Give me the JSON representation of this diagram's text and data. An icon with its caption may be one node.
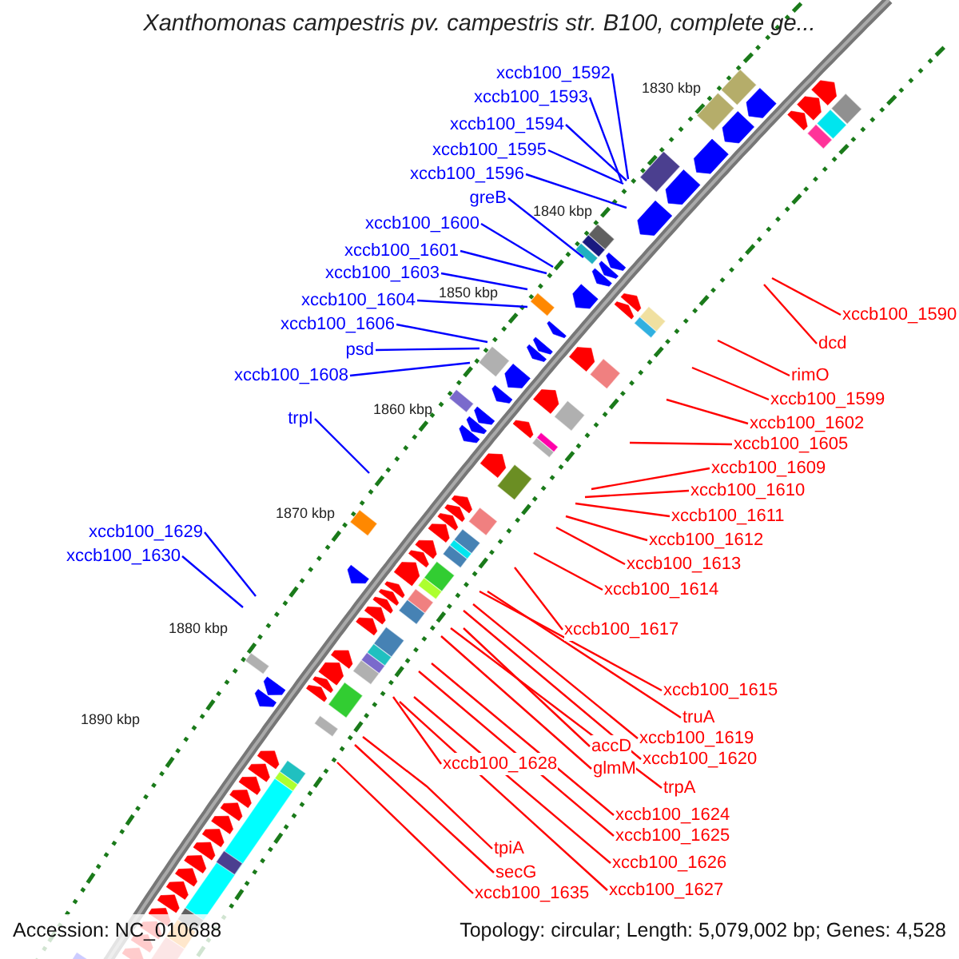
{
  "diagram": {
    "title": "Xanthomonas campestris pv. campestris str. B100, complete ge...",
    "nodes": [
      {
        "text": [
          "xccb100_1592"
        ]
      },
      {
        "text": [
          "xccb100_1593"
        ]
      },
      {
        "text": [
          "xccb100_1594"
        ]
      },
      {
        "text": [
          "xccb100_1595"
        ]
      },
      {
        "text": [
          "xccb100_1596"
        ]
      },
      {
        "text": [
          "greB"
        ]
      },
      {
        "text": [
          "xccb100_1600"
        ]
      },
      {
        "text": [
          "xccb100_1601"
        ]
      },
      {
        "text": [
          "xccb100_1603"
        ]
      },
      {
        "text": [
          "xccb100_1604"
        ]
      },
      {
        "text": [
          "xccb100_1606"
        ]
      },
      {
        "text": [
          "psd"
        ]
      },
      {
        "text": [
          "xccb100_1608"
        ]
      },
      {
        "text": [
          "trpI"
        ]
      },
      {
        "text": [
          "xccb100_1629"
        ]
      },
      {
        "text": [
          "xccb100_1630"
        ]
      },
      {
        "text": [
          "xccb100_1590"
        ]
      },
      {
        "text": [
          "dcd"
        ]
      },
      {
        "text": [
          "rimO"
        ]
      },
      {
        "text": [
          "xccb100_1599"
        ]
      },
      {
        "text": [
          "xccb100_1602"
        ]
      },
      {
        "text": [
          "xccb100_1605"
        ]
      },
      {
        "text": [
          "xccb100_1609"
        ]
      },
      {
        "text": [
          "xccb100_1610"
        ]
      },
      {
        "text": [
          "xccb100_1611"
        ]
      },
      {
        "text": [
          "xccb100_1612"
        ]
      },
      {
        "text": [
          "xccb100_1613"
        ]
      },
      {
        "text": [
          "xccb100_1614"
        ]
      },
      {
        "text": [
          "xccb100_1617"
        ]
      },
      {
        "text": [
          "xccb100_1615"
        ]
      },
      {
        "text": [
          "truA"
        ]
      },
      {
        "text": [
          "xccb100_1619"
        ]
      },
      {
        "text": [
          "xccb100_1620"
        ]
      },
      {
        "text": [
          "accD"
        ]
      },
      {
        "text": [
          "glmM"
        ]
      },
      {
        "text": [
          "trpA"
        ]
      },
      {
        "text": [
          "xccb100_1628"
        ]
      },
      {
        "text": [
          "xccb100_1624"
        ]
      },
      {
        "text": [
          "xccb100_1625"
        ]
      },
      {
        "text": [
          "xccb100_1626"
        ]
      },
      {
        "text": [
          "xccb100_1627"
        ]
      },
      {
        "text": [
          "tpiA"
        ]
      },
      {
        "text": [
          "secG"
        ]
      },
      {
        "text": [
          "xccb100_1635"
        ]
      }
    ],
    "edges": [
      {
        "from": 0,
        "to": null,
        "arrow": "none",
        "color": "#0000ff"
      },
      {
        "from": 1,
        "to": null,
        "arrow": "none",
        "color": "#0000ff"
      },
      {
        "from": 2,
        "to": null,
        "arrow": "none",
        "color": "#0000ff"
      },
      {
        "from": 3,
        "to": null,
        "arrow": "none",
        "color": "#0000ff"
      },
      {
        "from": 4,
        "to": null,
        "arrow": "none",
        "color": "#0000ff"
      },
      {
        "from": 5,
        "to": null,
        "arrow": "none",
        "color": "#0000ff"
      },
      {
        "from": 6,
        "to": null,
        "arrow": "none",
        "color": "#0000ff"
      },
      {
        "from": 7,
        "to": null,
        "arrow": "none",
        "color": "#0000ff"
      },
      {
        "from": 8,
        "to": null,
        "arrow": "none",
        "color": "#0000ff"
      },
      {
        "from": 9,
        "to": null,
        "arrow": "none",
        "color": "#0000ff"
      },
      {
        "from": 10,
        "to": null,
        "arrow": "none",
        "color": "#0000ff"
      },
      {
        "from": 11,
        "to": null,
        "arrow": "none",
        "color": "#0000ff"
      },
      {
        "from": 12,
        "to": null,
        "arrow": "none",
        "color": "#0000ff"
      },
      {
        "from": 13,
        "to": null,
        "arrow": "none",
        "color": "#0000ff"
      },
      {
        "from": 14,
        "to": null,
        "arrow": "none",
        "color": "#0000ff"
      },
      {
        "from": 15,
        "to": null,
        "arrow": "none",
        "color": "#0000ff"
      },
      {
        "from": 16,
        "to": null,
        "arrow": "none"
      },
      {
        "from": 17,
        "to": null,
        "arrow": "none"
      },
      {
        "from": 18,
        "to": null,
        "arrow": "none"
      },
      {
        "from": 19,
        "to": null,
        "arrow": "none"
      },
      {
        "from": 20,
        "to": null,
        "arrow": "none"
      },
      {
        "from": 21,
        "to": null,
        "arrow": "none"
      },
      {
        "from": 22,
        "to": null,
        "arrow": "none"
      },
      {
        "from": 23,
        "to": null,
        "arrow": "none"
      },
      {
        "from": 24,
        "to": null,
        "arrow": "none"
      },
      {
        "from": 25,
        "to": null,
        "arrow": "none"
      },
      {
        "from": 26,
        "to": null,
        "arrow": "none"
      },
      {
        "from": 27,
        "to": null,
        "arrow": "none"
      },
      {
        "from": 28,
        "to": null,
        "arrow": "none"
      },
      {
        "from": 29,
        "to": null,
        "arrow": "none"
      },
      {
        "from": 30,
        "to": null,
        "arrow": "none"
      },
      {
        "from": 31,
        "to": null,
        "arrow": "none"
      },
      {
        "from": 32,
        "to": null,
        "arrow": "none"
      },
      {
        "from": 33,
        "to": null,
        "arrow": "none"
      },
      {
        "from": 34,
        "to": null,
        "arrow": "none"
      },
      {
        "from": 35,
        "to": null,
        "arrow": "none"
      },
      {
        "from": 36,
        "to": null,
        "arrow": "none"
      },
      {
        "from": 37,
        "to": null,
        "arrow": "none"
      },
      {
        "from": 38,
        "to": null,
        "arrow": "none"
      },
      {
        "from": 39,
        "to": null,
        "arrow": "none"
      },
      {
        "from": 40,
        "to": null,
        "arrow": "none"
      },
      {
        "from": 41,
        "to": null,
        "arrow": "none"
      },
      {
        "from": 42,
        "to": null,
        "arrow": "none"
      },
      {
        "from": 43,
        "to": null,
        "arrow": "none"
      }
    ],
    "labels": [
      "1830 kbp",
      "1840 kbp",
      "1850 kbp",
      "1860 kbp",
      "1870 kbp",
      "1880 kbp",
      "1890 kbp",
      "Accession: NC_010688",
      "Topology: circular; Length: 5,079,002 bp; Genes: 4,528"
    ]
  }
}
